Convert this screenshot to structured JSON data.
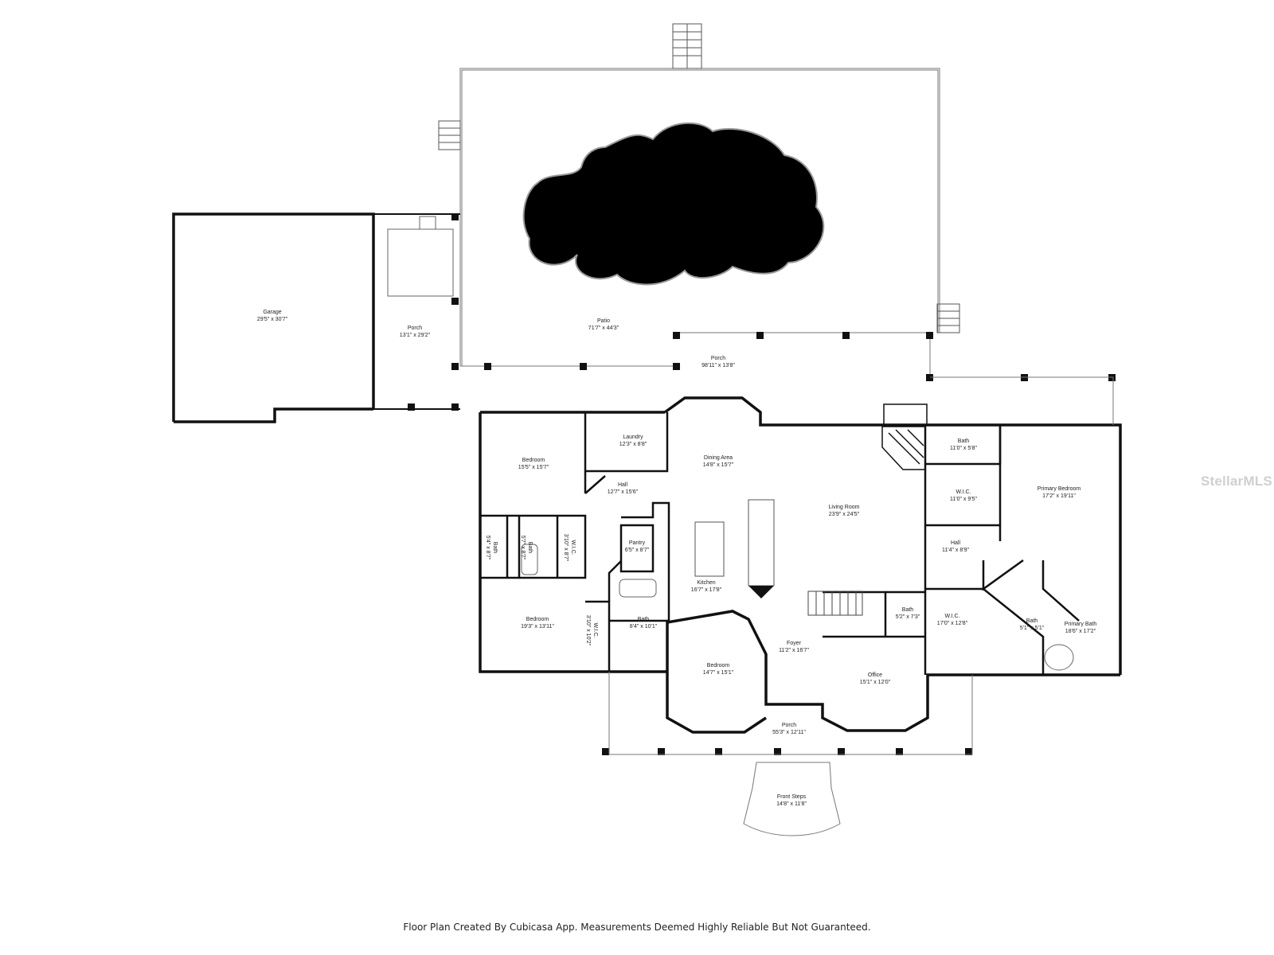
{
  "rooms": [
    {
      "key": "garage",
      "name": "Garage",
      "dims": "29'5\" x 30'7\""
    },
    {
      "key": "porch-side",
      "name": "Porch",
      "dims": "13'1\" x 29'2\""
    },
    {
      "key": "patio",
      "name": "Patio",
      "dims": "71'7\" x 44'3\""
    },
    {
      "key": "porch-rear",
      "name": "Porch",
      "dims": "98'11\" x 13'8\""
    },
    {
      "key": "laundry",
      "name": "Laundry",
      "dims": "12'3\" x 8'8\""
    },
    {
      "key": "dining",
      "name": "Dining Area",
      "dims": "14'8\" x 15'7\""
    },
    {
      "key": "bedroom-nw",
      "name": "Bedroom",
      "dims": "15'5\" x 15'7\""
    },
    {
      "key": "hall-w",
      "name": "Hall",
      "dims": "12'7\" x 15'6\""
    },
    {
      "key": "bath-top-e",
      "name": "Bath",
      "dims": "11'0\" x 5'8\""
    },
    {
      "key": "wic-e",
      "name": "W.I.C.",
      "dims": "11'0\" x 9'5\""
    },
    {
      "key": "primary-bedroom",
      "name": "Primary Bedroom",
      "dims": "17'2\" x 19'11\""
    },
    {
      "key": "living",
      "name": "Living Room",
      "dims": "23'9\" x 24'5\""
    },
    {
      "key": "pantry",
      "name": "Pantry",
      "dims": "6'5\" x 8'7\""
    },
    {
      "key": "hall-e",
      "name": "Hall",
      "dims": "11'4\" x 8'9\""
    },
    {
      "key": "bath-w1",
      "name": "Bath",
      "dims": "5'4\" x 8'7\""
    },
    {
      "key": "bath-w2",
      "name": "Bath",
      "dims": "5'7\" x 8'7\""
    },
    {
      "key": "wic-w1",
      "name": "W.I.C.",
      "dims": "3'10\" x 8'7\""
    },
    {
      "key": "kitchen",
      "name": "Kitchen",
      "dims": "16'7\" x 17'8\""
    },
    {
      "key": "bath-mid",
      "name": "Bath",
      "dims": "5'2\" x 7'3\""
    },
    {
      "key": "wic-primary",
      "name": "W.I.C.",
      "dims": "17'0\" x 12'8\""
    },
    {
      "key": "bath-small",
      "name": "Bath",
      "dims": "5'1\" x 5'1\""
    },
    {
      "key": "primary-bath",
      "name": "Primary Bath",
      "dims": "18'6\" x 17'2\""
    },
    {
      "key": "bedroom-sw",
      "name": "Bedroom",
      "dims": "19'3\" x 13'11\""
    },
    {
      "key": "wic-w2",
      "name": "W.I.C.",
      "dims": "3'10\" x 10'2\""
    },
    {
      "key": "bath-hall",
      "name": "Bath",
      "dims": "8'4\" x 10'1\""
    },
    {
      "key": "bedroom-front",
      "name": "Bedroom",
      "dims": "14'7\" x 15'1\""
    },
    {
      "key": "foyer",
      "name": "Foyer",
      "dims": "11'2\" x 16'7\""
    },
    {
      "key": "office",
      "name": "Office",
      "dims": "15'1\" x 12'0\""
    },
    {
      "key": "porch-front",
      "name": "Porch",
      "dims": "55'3\" x 12'11\""
    },
    {
      "key": "front-steps",
      "name": "Front Steps",
      "dims": "14'8\" x 11'8\""
    }
  ],
  "footer": {
    "note": "Floor Plan Created By Cubicasa App. Measurements Deemed Highly Reliable But Not Guaranteed."
  },
  "watermark": {
    "logo_text": "StellarMLS"
  },
  "colors": {
    "wall": "#111111",
    "pool": "#000000",
    "outline": "#555555",
    "background": "#ffffff"
  }
}
